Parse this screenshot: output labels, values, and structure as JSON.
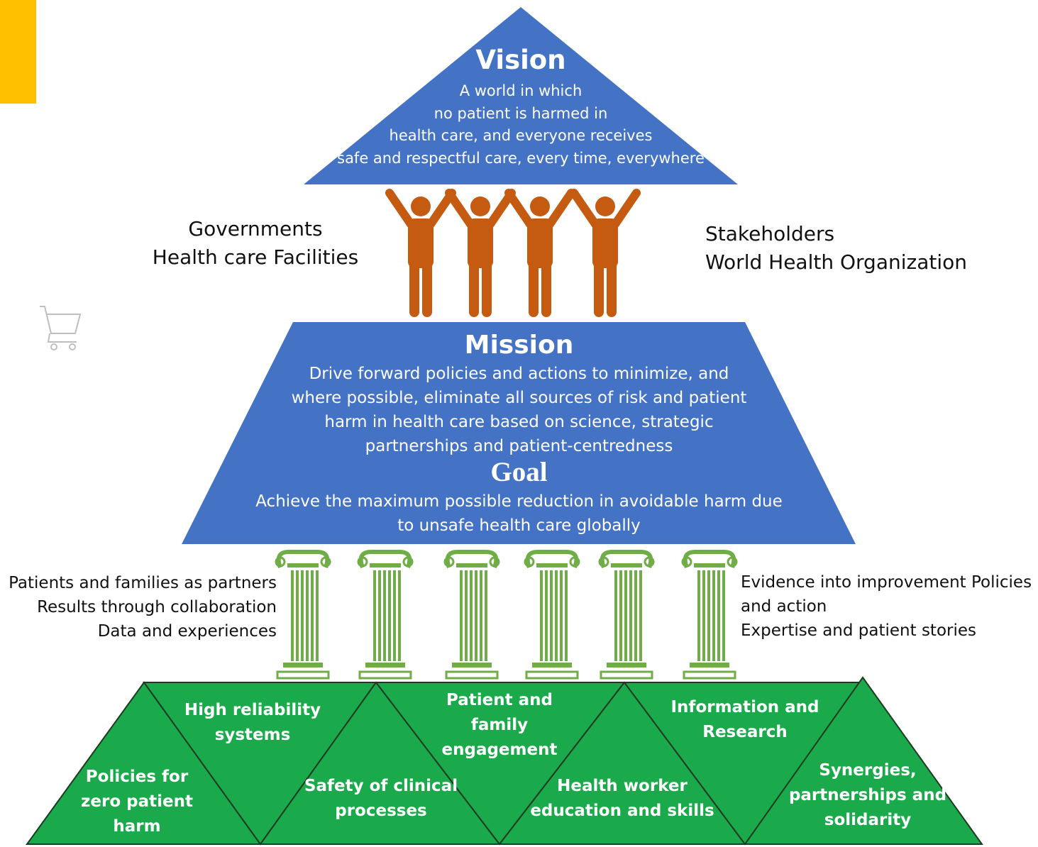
{
  "vision": {
    "title": "Vision",
    "lines": [
      "A world in which",
      "no patient is harmed in",
      "health care, and everyone receives",
      "safe and respectful care, every time, everywhere"
    ]
  },
  "actors_left": [
    "Governments",
    "Health care Facilities"
  ],
  "actors_right": [
    "Stakeholders",
    "World Health Organization"
  ],
  "mission": {
    "title": "Mission",
    "lines": [
      "Drive forward policies and actions to minimize, and",
      "where possible, eliminate all sources of risk and patient",
      "harm in health care based on science, strategic",
      "partnerships and patient-centredness"
    ]
  },
  "goal": {
    "title": "Goal",
    "lines": [
      "Achieve the maximum possible reduction in avoidable harm due",
      "to unsafe health care globally"
    ]
  },
  "principles_left": [
    "Patients and families as partners",
    "Results through collaboration",
    "Data and experiences"
  ],
  "principles_right": [
    "Evidence into improvement Policies",
    "and action",
    "Expertise and patient stories"
  ],
  "objectives": [
    [
      "Policies for",
      "zero patient",
      "harm"
    ],
    [
      "High reliability",
      "systems"
    ],
    [
      "Safety of clinical",
      "processes"
    ],
    [
      "Patient and",
      "family",
      "engagement"
    ],
    [
      "Health worker",
      "education and skills"
    ],
    [
      "Information and",
      "Research"
    ],
    [
      "Synergies,",
      "partnerships and",
      "solidarity"
    ]
  ],
  "icons": [
    "cart-icon",
    "people-icon",
    "pillar-icon"
  ],
  "colors": {
    "blue": "#4472C4",
    "orange": "#C55A11",
    "green": "#1AAA4B",
    "pillar_green": "#70AD47",
    "accent_yellow": "#FFC000"
  }
}
